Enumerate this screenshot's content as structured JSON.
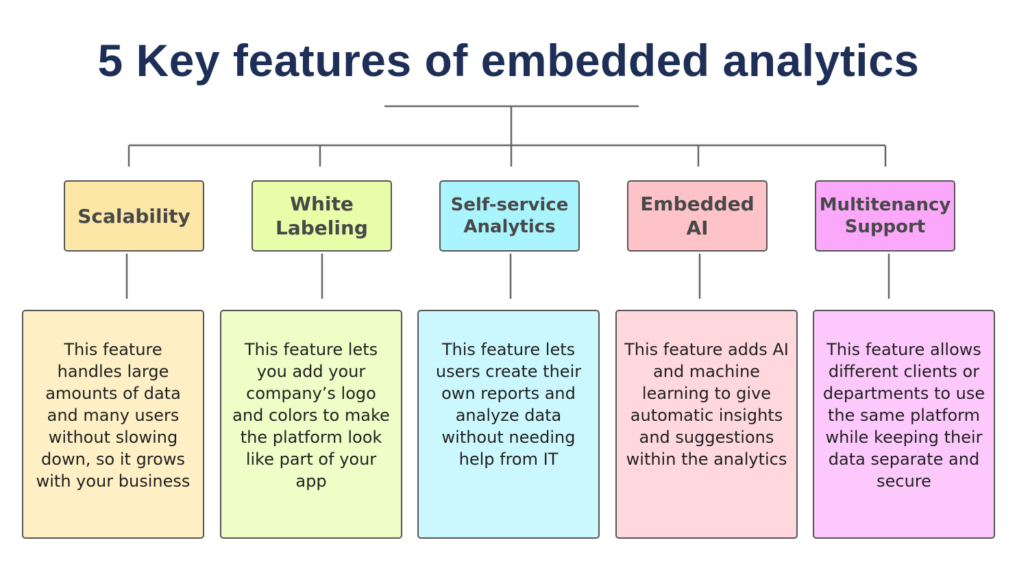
{
  "title": "5 Key features of embedded analytics",
  "features": [
    {
      "label": "Scalability",
      "description": "This feature handles large amounts of data and many users without slowing down, so it grows with your business",
      "header_color": "#fde7a6",
      "body_color": "#feefc5"
    },
    {
      "label": "White Labeling",
      "description": "This feature lets you add your company’s logo and colors to make the platform look like part of your app",
      "header_color": "#e8fda8",
      "body_color": "#effdc7"
    },
    {
      "label": "Self-service Analytics",
      "description": "This feature lets users create their own reports and analyze data without needing help from IT",
      "header_color": "#a9f4fd",
      "body_color": "#cbf8fe"
    },
    {
      "label": "Embedded AI",
      "description": "This feature adds AI and machine learning to give automatic insights and suggestions within the analytics",
      "header_color": "#fec2c9",
      "body_color": "#ffd8dd"
    },
    {
      "label": "Multitenancy Support",
      "description": "This feature allows different clients or departments to use the same platform while keeping their data separate and secure",
      "header_color": "#fba8fb",
      "body_color": "#fdc9fd"
    }
  ]
}
